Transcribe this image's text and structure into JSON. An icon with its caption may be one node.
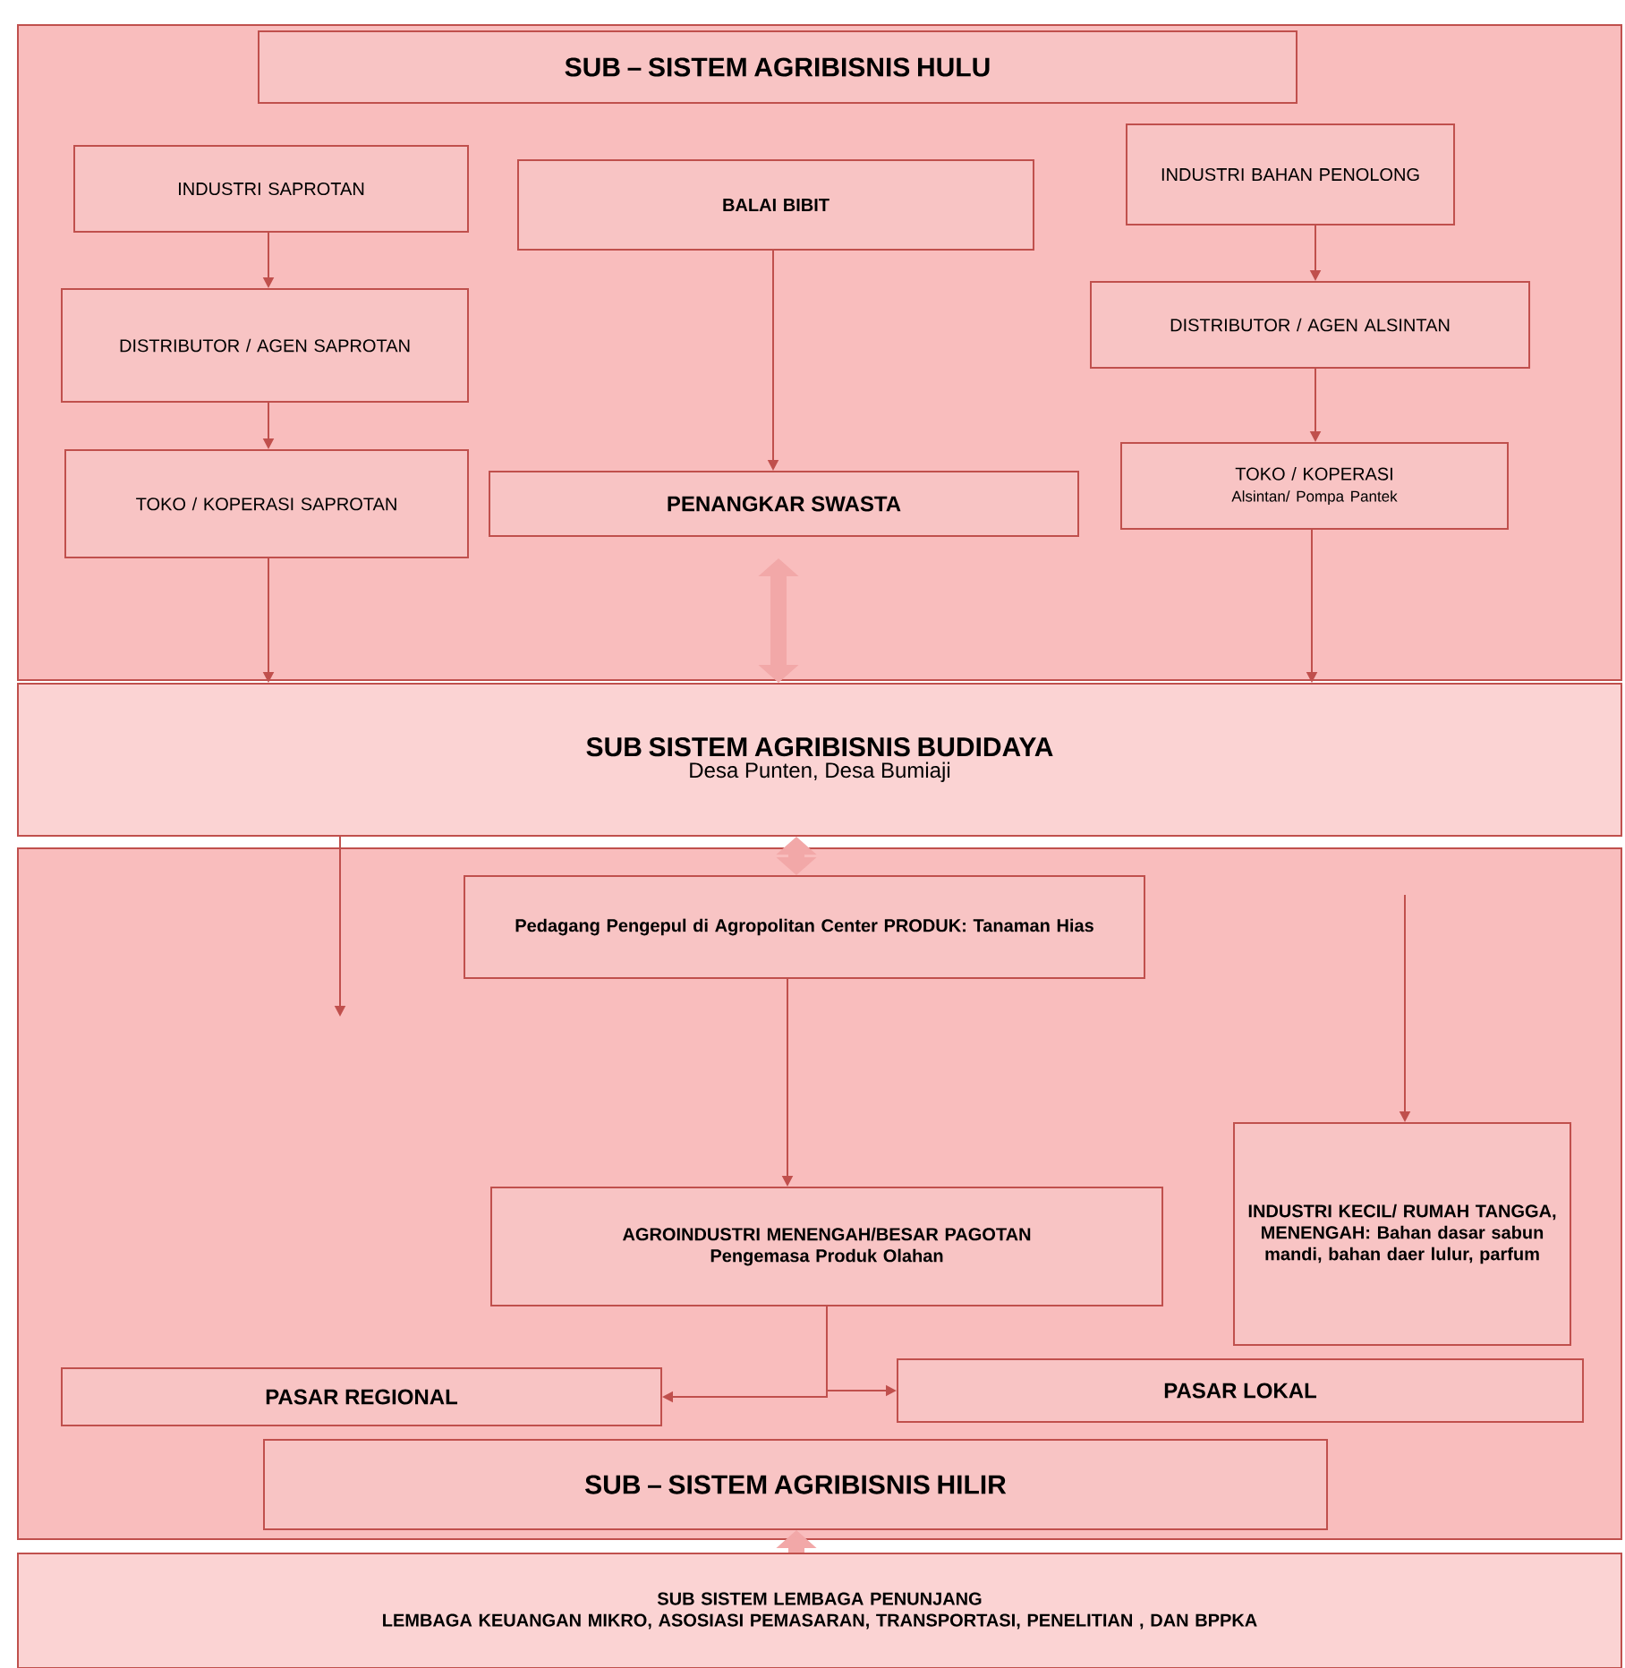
{
  "diagram": {
    "nodes": [
      {
        "text": [],
        "shape": "box"
      },
      {
        "text": [
          "SUB – SISTEM AGRIBISNIS HULU"
        ],
        "in": 0
      },
      {
        "text": [
          "INDUSTRI SAPROTAN"
        ],
        "in": 0
      },
      {
        "text": [
          "BALAI BIBIT"
        ],
        "in": 0
      },
      {
        "text": [
          "INDUSTRI BAHAN PENOLONG"
        ],
        "in": 0
      },
      {
        "text": [
          "DISTRIBUTOR / AGEN SAPROTAN"
        ],
        "in": 0
      },
      {
        "text": [
          "DISTRIBUTOR / AGEN ALSINTAN"
        ],
        "in": 0
      },
      {
        "text": [
          "TOKO / KOPERASI SAPROTAN"
        ],
        "in": 0
      },
      {
        "text": [
          "PENANGKAR SWASTA"
        ],
        "in": 0
      },
      {
        "text": [
          "TOKO / KOPERASI",
          "Alsintan/ Pompa Pantek"
        ],
        "in": 0
      },
      {
        "text": [
          "SUB SISTEM AGRIBISNIS BUDIDAYA",
          "Desa Punten, Desa Bumiaji"
        ]
      },
      {
        "text": [],
        "shape": "box"
      },
      {
        "text": [
          "Pedagang Pengepul di Agropolitan Center PRODUK: Tanaman Hias"
        ],
        "in": 11
      },
      {
        "text": [
          "AGROINDUSTRI MENENGAH/BESAR PAGOTAN",
          "Pengemasa Produk Olahan"
        ],
        "in": 11
      },
      {
        "text": [
          "INDUSTRI KECIL/ RUMAH TANGGA, MENENGAH: Bahan dasar sabun mandi, bahan daer lulur, parfum"
        ],
        "in": 11
      },
      {
        "text": [
          "PASAR REGIONAL"
        ],
        "in": 11
      },
      {
        "text": [
          "PASAR LOKAL"
        ],
        "in": 11
      },
      {
        "text": [
          "SUB – SISTEM AGRIBISNIS HILIR"
        ],
        "in": 11
      },
      {
        "text": [
          "SUB SISTEM LEMBAGA PENUNJANG",
          "LEMBAGA KEUANGAN MIKRO, ASOSIASI PEMASARAN, TRANSPORTASI, PENELITIAN , DAN BPPKA"
        ]
      }
    ],
    "edges": [
      {
        "from": 2,
        "to": 5,
        "arrow": "to"
      },
      {
        "from": 5,
        "to": 7,
        "arrow": "to"
      },
      {
        "from": 7,
        "to": 10,
        "arrow": "to"
      },
      {
        "from": 3,
        "to": 8,
        "arrow": "to"
      },
      {
        "from": 4,
        "to": 6,
        "arrow": "to"
      },
      {
        "from": 6,
        "to": 9,
        "arrow": "to"
      },
      {
        "from": 9,
        "to": 10,
        "arrow": "to"
      },
      {
        "from": 8,
        "to": 10,
        "arrow": "both",
        "style": "thick",
        "color": "#f2a8a8"
      },
      {
        "from": 10,
        "to": 12,
        "arrow": "both",
        "style": "thick",
        "color": "#f2a8a8"
      },
      {
        "from": 10,
        "to": null,
        "arrow": "to"
      },
      {
        "from": null,
        "to": 14,
        "arrow": "to"
      },
      {
        "from": 12,
        "to": 13,
        "arrow": "to"
      },
      {
        "from": 13,
        "to": 15,
        "arrow": "to"
      },
      {
        "from": 13,
        "to": 16,
        "arrow": "to"
      },
      {
        "from": 18,
        "to": 17,
        "arrow": "to",
        "style": "thick",
        "color": "#f2a8a8"
      }
    ]
  }
}
